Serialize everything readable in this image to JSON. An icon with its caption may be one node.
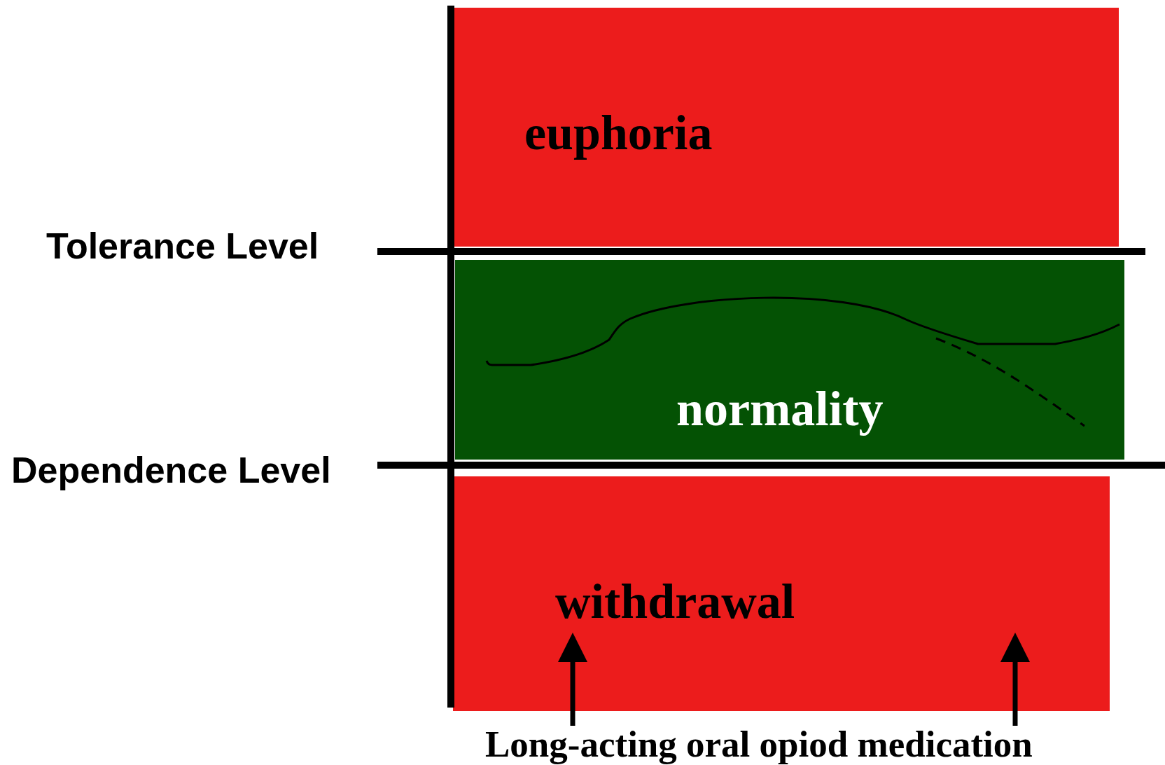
{
  "diagram": {
    "nodes": [
      {
        "text": [
          "euphoria"
        ]
      },
      {
        "text": [
          "normality"
        ]
      },
      {
        "text": [
          "withdrawal"
        ]
      },
      {
        "text": [
          "Long-acting oral opiod medication"
        ]
      }
    ],
    "edges": [
      {
        "from": 3,
        "to": 2,
        "arrow": "to"
      },
      {
        "from": 3,
        "to": 2,
        "arrow": "to"
      }
    ],
    "labels": [
      "Tolerance Level",
      "Dependence Level"
    ]
  }
}
